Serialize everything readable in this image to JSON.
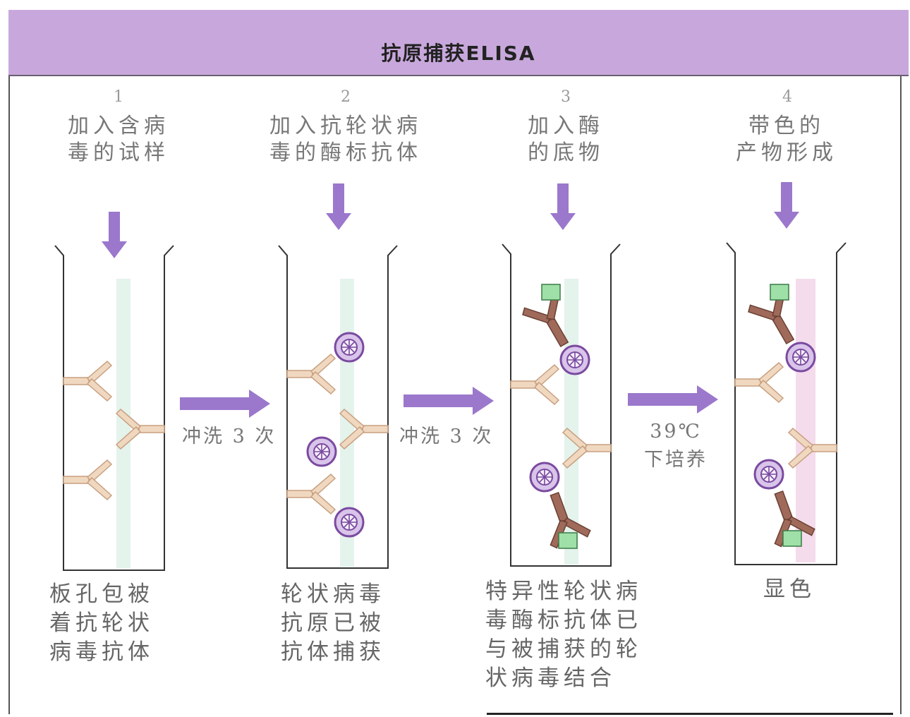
{
  "title": "抗原捕获ELISA",
  "steps": [
    {
      "num": "1",
      "line1": "加入含病",
      "line2": "毒的试样",
      "caption": [
        "板孔包被",
        "着抗轮状",
        "病毒抗体"
      ]
    },
    {
      "num": "2",
      "line1": "加入抗轮状病",
      "line2": "毒的酶标抗体",
      "caption": [
        "轮状病毒",
        "抗原已被",
        "抗体捕获"
      ]
    },
    {
      "num": "3",
      "line1": "加入酶",
      "line2": "的底物",
      "caption": [
        "特异性轮状病",
        "毒酶标抗体已",
        "与被捕获的轮",
        "状病毒结合"
      ]
    },
    {
      "num": "4",
      "line1": "带色的",
      "line2": "产物形成",
      "caption": [
        "显色"
      ]
    }
  ],
  "transitions": [
    {
      "text": "冲洗 3 次"
    },
    {
      "text": "冲洗 3 次"
    },
    {
      "line1": "39℃",
      "line2": "下培养"
    }
  ],
  "colors": {
    "title_bg": "#c8a8dc",
    "arrow": "#9b78cc",
    "capture_antibody": "#f0d8c0",
    "enzyme_antibody": "#a06a5a",
    "virus": "#7a4aa0",
    "substrate": "#9ee0a8"
  }
}
